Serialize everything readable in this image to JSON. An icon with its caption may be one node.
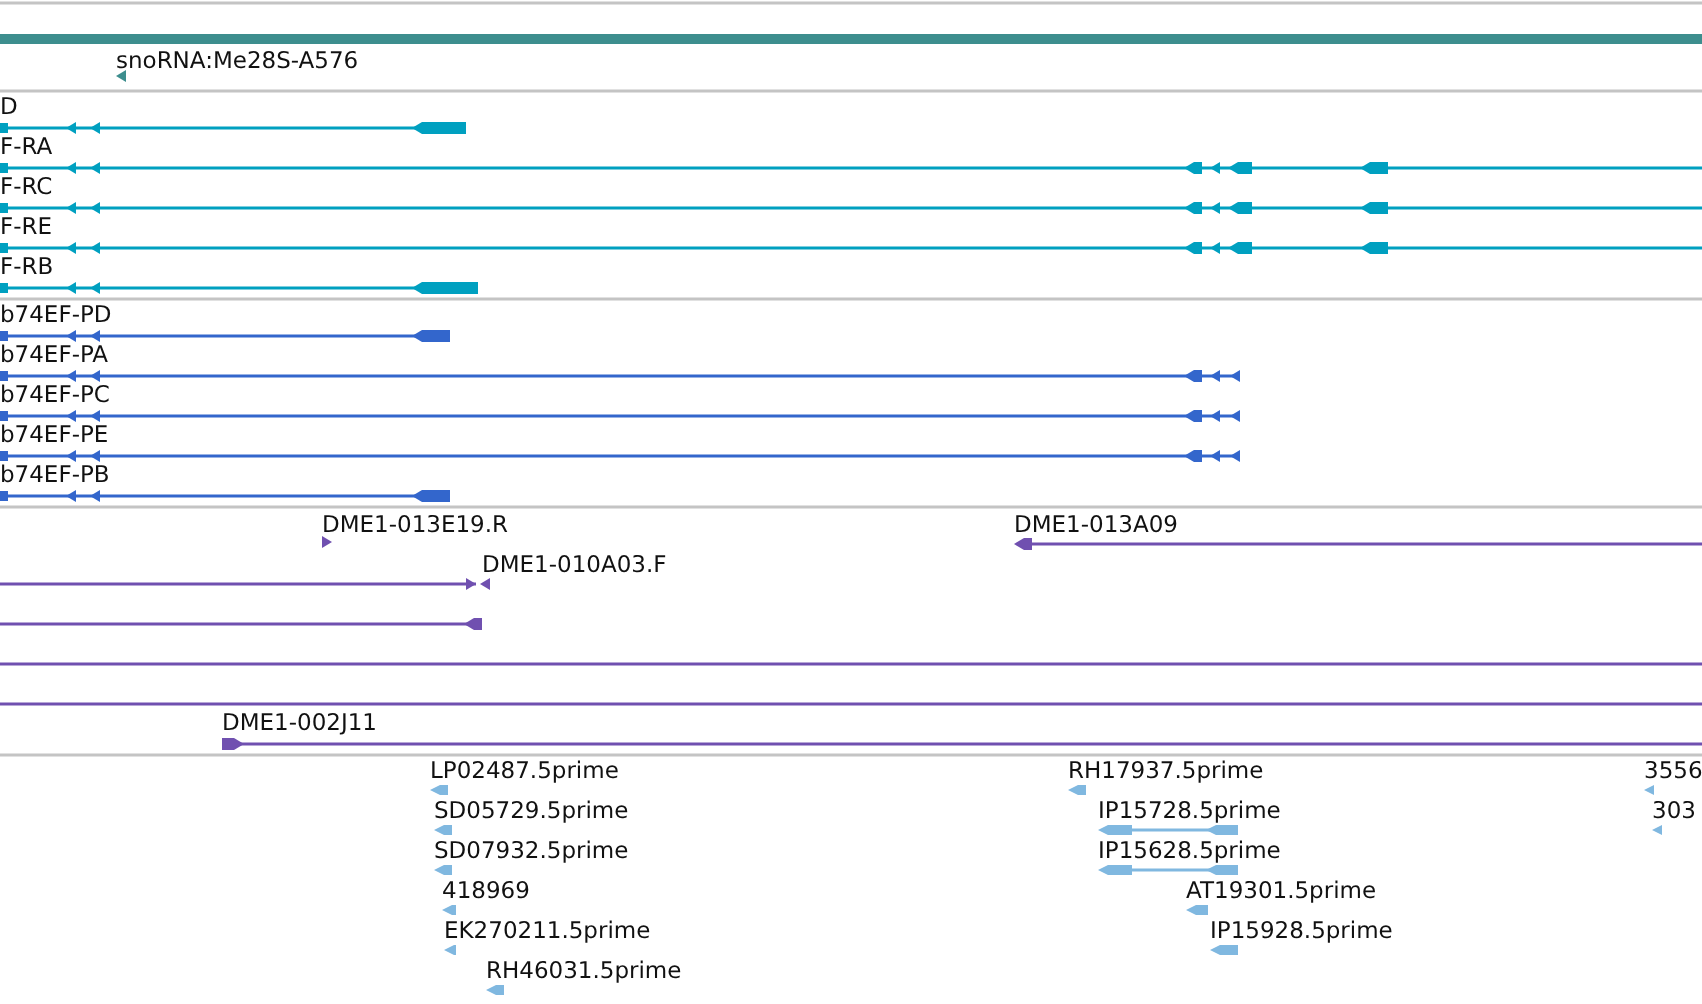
{
  "diagram": {
    "labels": [
      "snoRNA:Me28S-A576",
      "D",
      "F-RA",
      "F-RC",
      "F-RE",
      "F-RB",
      "b74EF-PD",
      "b74EF-PA",
      "b74EF-PC",
      "b74EF-PE",
      "b74EF-PB",
      "DME1-013E19.R",
      "DME1-013A09",
      "DME1-010A03.F",
      "DME1-002J11",
      "LP02487.5prime",
      "RH17937.5prime",
      "3556",
      "SD05729.5prime",
      "IP15728.5prime",
      "303",
      "SD07932.5prime",
      "IP15628.5prime",
      "418969",
      "AT19301.5prime",
      "EK270211.5prime",
      "IP15928.5prime",
      "RH46031.5prime"
    ]
  }
}
